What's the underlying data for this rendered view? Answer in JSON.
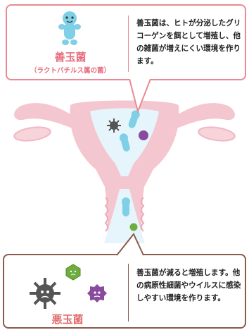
{
  "good_bacteria": {
    "name": "善玉菌",
    "subtitle": "（ラクトバチルス属の菌）",
    "description": "善玉菌は、ヒトが分泌したグリコーゲンを餌として増殖し、他の雑菌が増えにくい環境を作ります。"
  },
  "bad_bacteria": {
    "name": "悪玉菌",
    "description": "善玉菌が減ると増殖します。他の病原性細菌やウイルスに感染しやすい環境を作ります。"
  },
  "colors": {
    "good_accent": "#e76b7c",
    "good_border": "#e98a93",
    "bad_border": "#8b5a4a",
    "bacteria_blue": "#7fd0e6",
    "uterus_outer": "#f4c6cf",
    "uterus_inner": "#e6f5fb"
  }
}
